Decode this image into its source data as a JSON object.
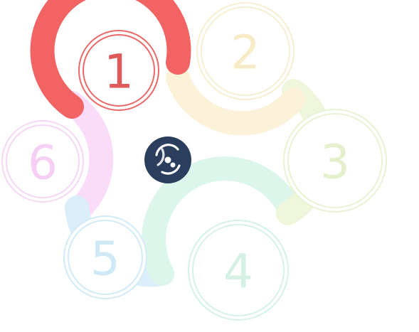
{
  "steps": [
    {
      "number": "1",
      "color": "#f26363",
      "ring": "#ea6a6a",
      "text": "#e05a5a"
    },
    {
      "number": "2",
      "color": "#fbf2d9",
      "ring": "#f8eed2",
      "text": "#f8ecc8"
    },
    {
      "number": "3",
      "color": "#eef7dc",
      "ring": "#e8f3d4",
      "text": "#e4f1cc"
    },
    {
      "number": "4",
      "color": "#ddf6ec",
      "ring": "#d6f2e7",
      "text": "#d4f1e4"
    },
    {
      "number": "5",
      "color": "#daeffa",
      "ring": "#d2ebf6",
      "text": "#cfe9f6"
    },
    {
      "number": "6",
      "color": "#fadcf9",
      "ring": "#f7d6f6",
      "text": "#f5cff4"
    }
  ],
  "center": {
    "icon": "settings-icon",
    "color": "#2c3e5d"
  }
}
